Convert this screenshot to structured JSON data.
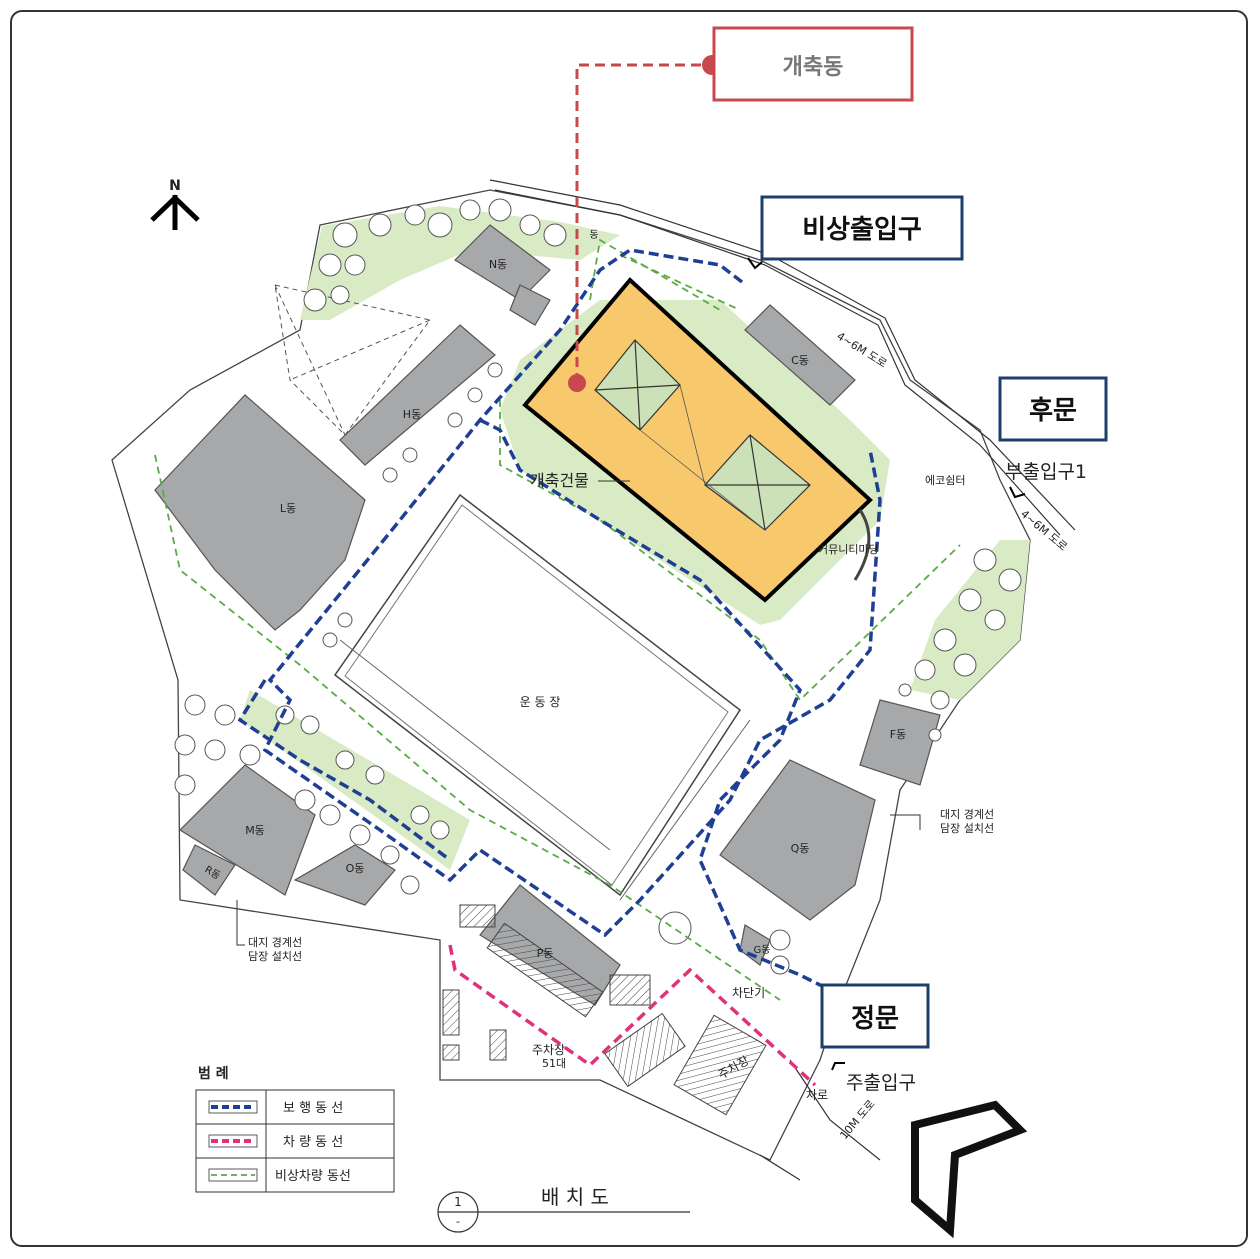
{
  "callouts": {
    "extension_building": "개축동",
    "emergency_entrance": "비상출입구",
    "back_gate": "후문",
    "main_gate": "정문"
  },
  "north": "N",
  "buildings": {
    "n": "N동",
    "c": "C동",
    "h": "H동",
    "l": "L동",
    "f": "F동",
    "q": "Q동",
    "m": "M동",
    "r": "R동",
    "o": "O동",
    "p": "P동",
    "g": "G동",
    "small": "동"
  },
  "places": {
    "new_building": "개축건물",
    "eco_shelter": "에코쉼터",
    "community_yard": "커뮤니티마당",
    "playground": "운 동 장",
    "barrier": "차단기",
    "parking_left": "주차장",
    "parking_left_count": "51대",
    "parking_right": "주차장",
    "roadway": "차로"
  },
  "roads": {
    "road_north": "4~6M 도로",
    "road_east": "4~6M 도로",
    "road_south": "10M 도로"
  },
  "entrances": {
    "sub_entrance_1": "부출입구1",
    "main_entrance": "주출입구"
  },
  "boundary_notes": {
    "right_line1": "대지 경계선",
    "right_line2": "담장 설치선",
    "left_line1": "대지 경계선",
    "left_line2": "담장 설치선"
  },
  "legend": {
    "title": "범 례",
    "items": [
      {
        "label": "보 행 동 선",
        "color": "#1f3f95"
      },
      {
        "label": "차 량 동 선",
        "color": "#e0317a"
      },
      {
        "label": "비상차량 동선",
        "color": "#5aab46"
      }
    ]
  },
  "drawing": {
    "number": "1",
    "sub": "-",
    "title": "배 치 도"
  },
  "colors": {
    "callout_red": "#c8494d",
    "callout_blue": "#1c3f6e",
    "new_building_fill": "#f8c96c",
    "landscape_green": "#d9ebc4"
  }
}
